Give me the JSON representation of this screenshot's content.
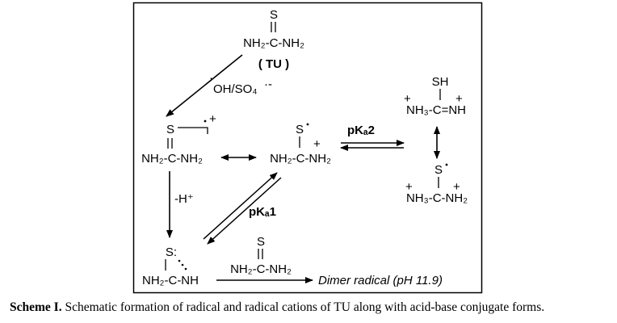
{
  "molecules": {
    "tu": {
      "s": "S",
      "formula": "NH₂-C-NH₂",
      "name": "( TU )"
    },
    "radical_cation": {
      "s": "S",
      "formula": "NH₂-C-NH₂",
      "charge": "+"
    },
    "neutral_radical": {
      "s": "S:",
      "formula": "NH₂-C-NH"
    },
    "center_radical": {
      "s": "S",
      "formula": "NH₂-C-NH₂",
      "charge": "+"
    },
    "top_right": {
      "s": "SH",
      "formula": "NH₃-C=NH",
      "charge_left": "+",
      "charge_right": "+"
    },
    "bottom_right": {
      "s": "S",
      "formula": "NH₃-C-NH₂",
      "charge_left": "+",
      "charge_right": "+"
    },
    "dimer_reagent": {
      "s": "S",
      "formula": "NH₂-C-NH₂"
    }
  },
  "labels": {
    "reagent": "OH/SO₄",
    "reagent_dot": "·",
    "reagent_sup": "·-",
    "deprotonation": "-H⁺",
    "pka1": "pKₐ1",
    "pka2": "pKₐ2",
    "dimer_product": "Dimer radical (pH 11.9)"
  },
  "caption": {
    "label": "Scheme I.",
    "text": " Schematic formation of radical and radical cations of TU along with acid-base conjugate forms."
  }
}
